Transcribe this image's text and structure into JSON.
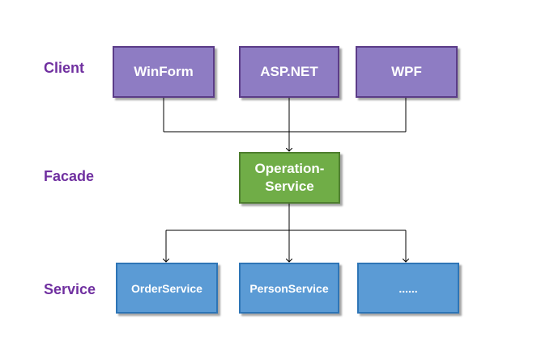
{
  "layers": {
    "client": "Client",
    "facade": "Facade",
    "service": "Service"
  },
  "client_boxes": [
    "WinForm",
    "ASP.NET",
    "WPF"
  ],
  "facade_box": [
    "Operation-",
    "Service"
  ],
  "service_boxes": [
    "OrderService",
    "PersonService",
    "......"
  ],
  "colors": {
    "label": "#7030a0",
    "client_fill": "#8e7cc3",
    "facade_fill": "#70ad47",
    "service_fill": "#5b9bd5",
    "connector": "#000000"
  }
}
